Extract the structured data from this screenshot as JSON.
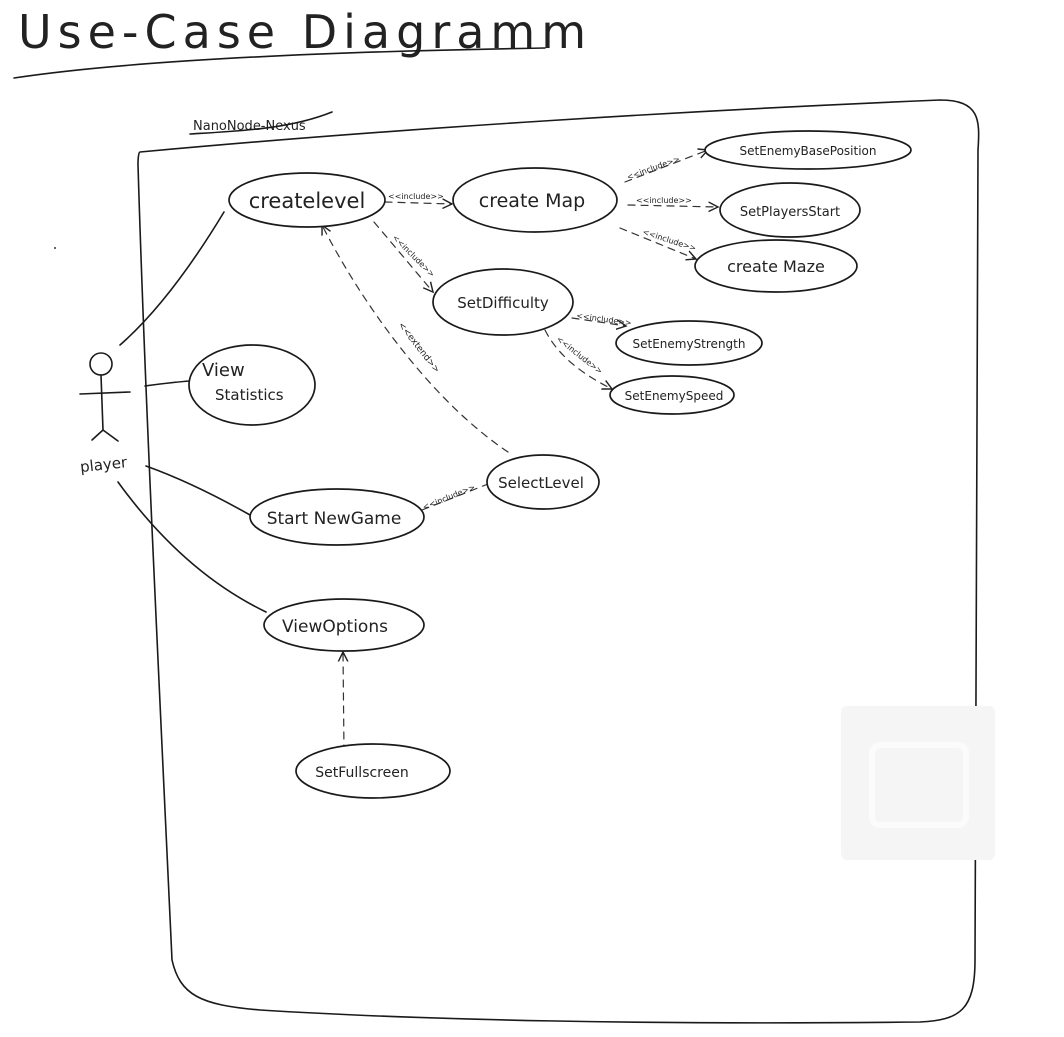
{
  "title": "Use-Case Diagramm",
  "system_name": "NanoNode-Nexus",
  "actor": {
    "name": "player"
  },
  "use_cases": {
    "create_level": "createlevel",
    "create_map": "create Map",
    "set_enemy_base_position": "SetEnemyBasePosition",
    "set_players_start": "SetPlayersStart",
    "create_maze": "create Maze",
    "set_difficulty": "SetDifficulty",
    "set_enemy_strength": "SetEnemyStrength",
    "set_enemy_speed": "SetEnemySpeed",
    "view_statistics_1": "View",
    "view_statistics_2": "Statistics",
    "select_level": "SelectLevel",
    "start_new_game": "Start NewGame",
    "view_options": "ViewOptions",
    "set_fullscreen": "SetFullscreen"
  },
  "relations": {
    "include": "<<include>>",
    "extend": "<<extend>>"
  }
}
